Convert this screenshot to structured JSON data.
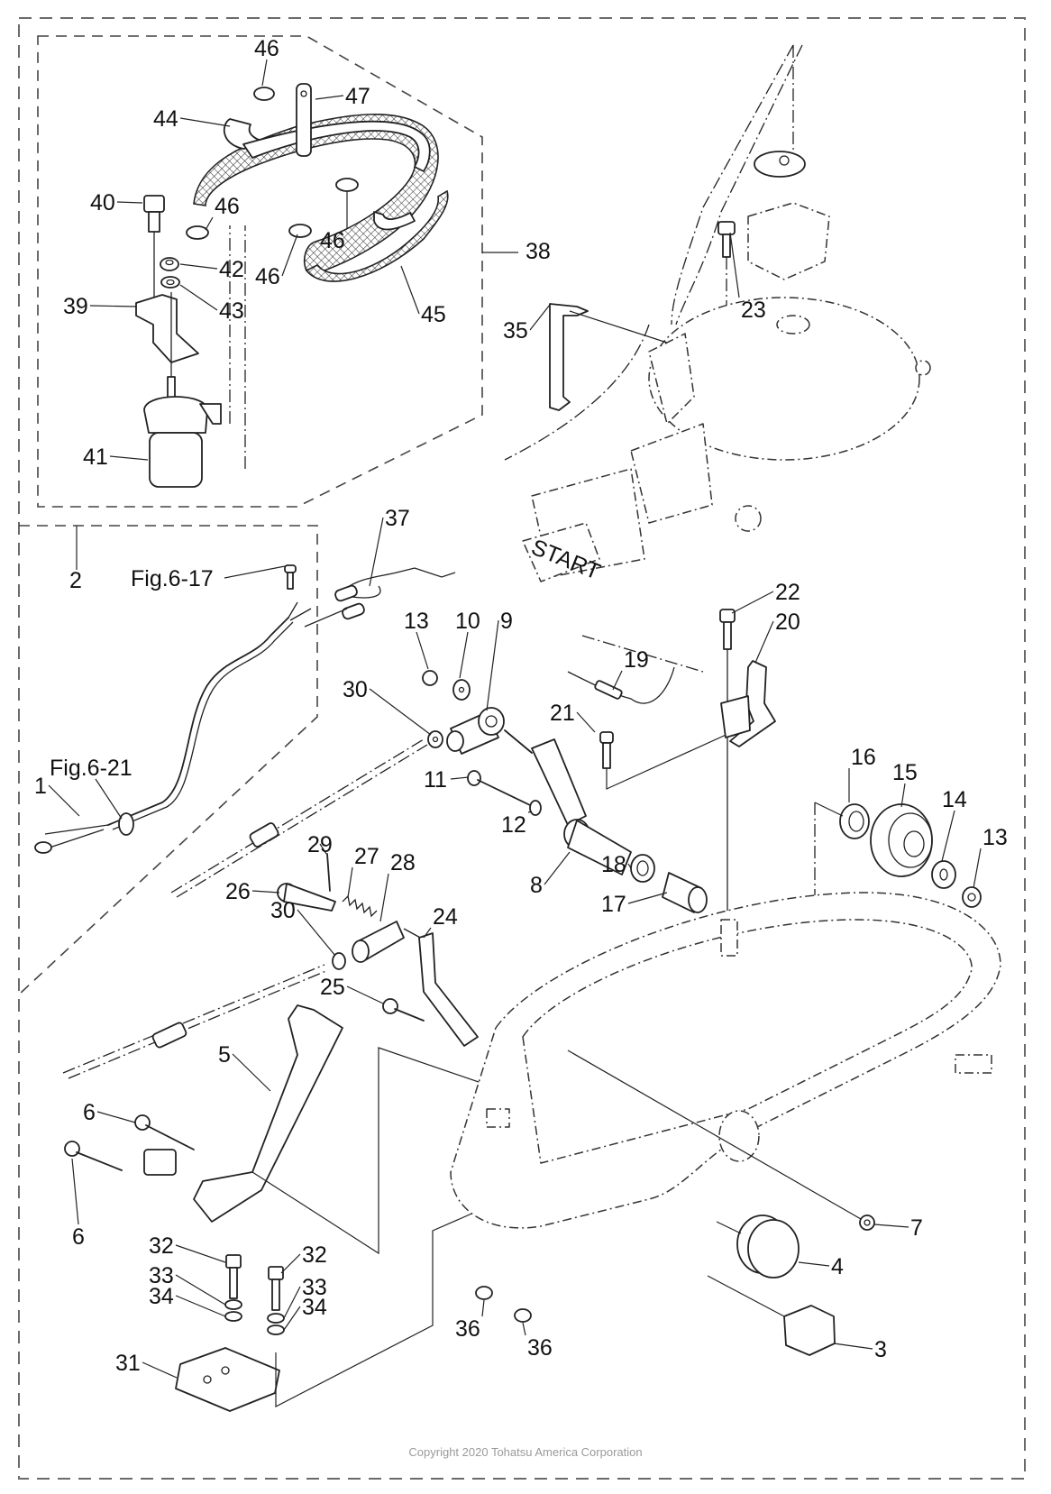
{
  "diagram": {
    "title": "Bottom cowling / fuel filter / starter exploded parts diagram",
    "copyright": "Copyright 2020 Tohatsu America Corporation",
    "engraved_text": {
      "starter_handle": "START"
    },
    "callouts": [
      {
        "id": "c1",
        "label": "1"
      },
      {
        "id": "c2",
        "label": "2"
      },
      {
        "id": "c3",
        "label": "3"
      },
      {
        "id": "c4",
        "label": "4"
      },
      {
        "id": "c5",
        "label": "5"
      },
      {
        "id": "c6a",
        "label": "6"
      },
      {
        "id": "c6b",
        "label": "6"
      },
      {
        "id": "c7",
        "label": "7"
      },
      {
        "id": "c8",
        "label": "8"
      },
      {
        "id": "c9",
        "label": "9"
      },
      {
        "id": "c10",
        "label": "10"
      },
      {
        "id": "c11",
        "label": "11"
      },
      {
        "id": "c12",
        "label": "12"
      },
      {
        "id": "c13a",
        "label": "13"
      },
      {
        "id": "c13b",
        "label": "13"
      },
      {
        "id": "c14",
        "label": "14"
      },
      {
        "id": "c15",
        "label": "15"
      },
      {
        "id": "c16",
        "label": "16"
      },
      {
        "id": "c17",
        "label": "17"
      },
      {
        "id": "c18",
        "label": "18"
      },
      {
        "id": "c19",
        "label": "19"
      },
      {
        "id": "c20",
        "label": "20"
      },
      {
        "id": "c21",
        "label": "21"
      },
      {
        "id": "c22",
        "label": "22"
      },
      {
        "id": "c23",
        "label": "23"
      },
      {
        "id": "c24",
        "label": "24"
      },
      {
        "id": "c25",
        "label": "25"
      },
      {
        "id": "c26",
        "label": "26"
      },
      {
        "id": "c27",
        "label": "27"
      },
      {
        "id": "c28",
        "label": "28"
      },
      {
        "id": "c29",
        "label": "29"
      },
      {
        "id": "c30a",
        "label": "30"
      },
      {
        "id": "c30b",
        "label": "30"
      },
      {
        "id": "c31",
        "label": "31"
      },
      {
        "id": "c32a",
        "label": "32"
      },
      {
        "id": "c32b",
        "label": "32"
      },
      {
        "id": "c33a",
        "label": "33"
      },
      {
        "id": "c33b",
        "label": "33"
      },
      {
        "id": "c34a",
        "label": "34"
      },
      {
        "id": "c34b",
        "label": "34"
      },
      {
        "id": "c35",
        "label": "35"
      },
      {
        "id": "c36a",
        "label": "36"
      },
      {
        "id": "c36b",
        "label": "36"
      },
      {
        "id": "c37",
        "label": "37"
      },
      {
        "id": "c38",
        "label": "38"
      },
      {
        "id": "c39",
        "label": "39"
      },
      {
        "id": "c40",
        "label": "40"
      },
      {
        "id": "c41",
        "label": "41"
      },
      {
        "id": "c42",
        "label": "42"
      },
      {
        "id": "c43",
        "label": "43"
      },
      {
        "id": "c44",
        "label": "44"
      },
      {
        "id": "c45",
        "label": "45"
      },
      {
        "id": "c46a",
        "label": "46"
      },
      {
        "id": "c46b",
        "label": "46"
      },
      {
        "id": "c46c",
        "label": "46"
      },
      {
        "id": "c46d",
        "label": "46"
      },
      {
        "id": "c47",
        "label": "47"
      },
      {
        "id": "fig617",
        "label": "Fig.6-17"
      },
      {
        "id": "fig621",
        "label": "Fig.6-21"
      }
    ]
  }
}
